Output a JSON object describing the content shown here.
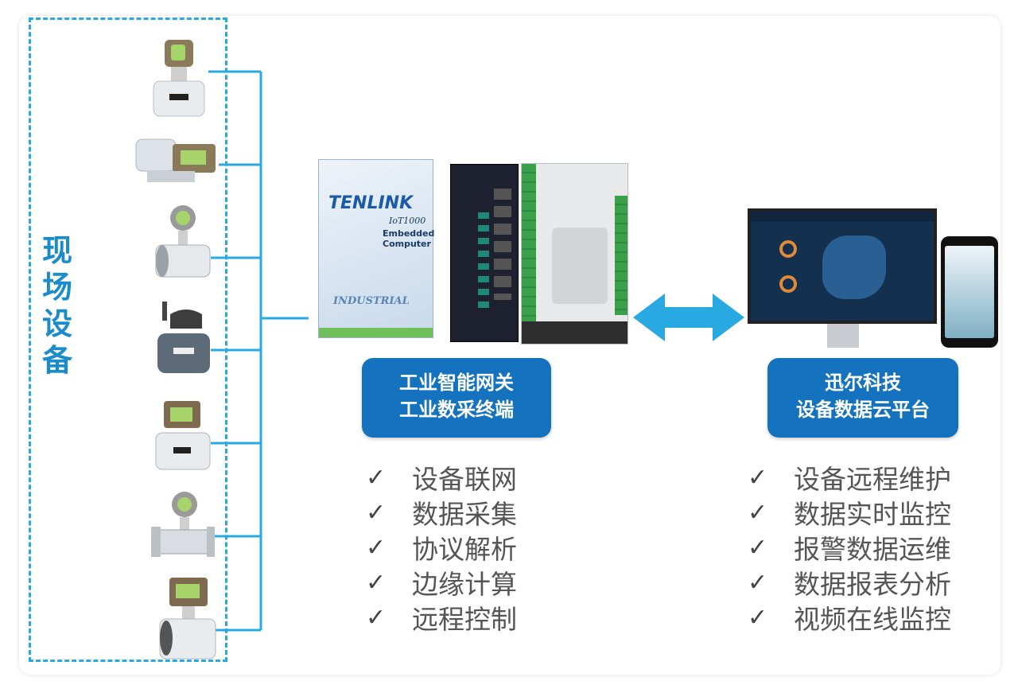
{
  "field": {
    "label": "现场设备",
    "label_chars": [
      "现",
      "场",
      "设",
      "备"
    ]
  },
  "devices": [
    {
      "name": "electromagnetic-flowmeter"
    },
    {
      "name": "electric-valve-actuator"
    },
    {
      "name": "vortex-flowmeter"
    },
    {
      "name": "antenna-flowmeter"
    },
    {
      "name": "flanged-flowmeter"
    },
    {
      "name": "turbine-flowmeter"
    },
    {
      "name": "ultrasonic-flowmeter"
    }
  ],
  "gateway": {
    "box": {
      "brand": "TENLINK",
      "model": "IoT1000",
      "line1": "Embedded",
      "line2": "Computer",
      "series": "INDUSTRIAL"
    },
    "label_line1": "工业智能网关",
    "label_line2": "工业数采终端",
    "features": [
      "设备联网",
      "数据采集",
      "协议解析",
      "边缘计算",
      "远程控制"
    ]
  },
  "cloud": {
    "label_line1": "迅尔科技",
    "label_line2": "设备数据云平台",
    "features": [
      "设备远程维护",
      "数据实时监控",
      "报警数据运维",
      "数据报表分析",
      "视频在线监控"
    ]
  },
  "check_mark": "✓",
  "colors": {
    "accent": "#29a9e1",
    "label_bg": "#1572bf",
    "arrow": "#29a9e1",
    "text": "#555555"
  }
}
